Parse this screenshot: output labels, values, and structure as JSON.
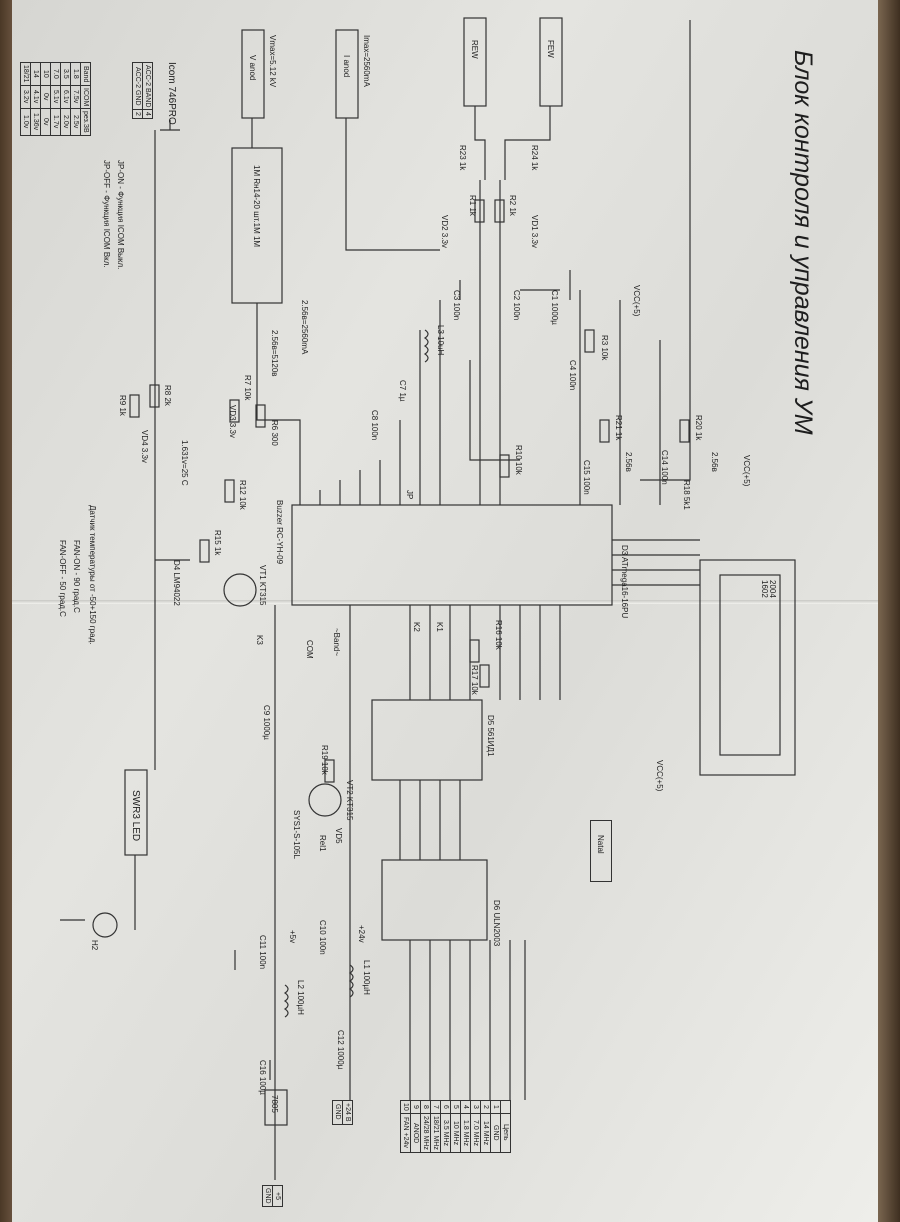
{
  "title": "Блок контроля и управления УМ",
  "icom": {
    "header": "Icom 746PRO",
    "pins": [
      [
        "ACC-2 GND",
        "2"
      ],
      [
        "ACC-2 BAND",
        "4"
      ]
    ],
    "columns": [
      "Band",
      "ICOM",
      "рез.ЗВ"
    ],
    "rows": [
      [
        "1.8",
        "7.5v",
        "2.5v"
      ],
      [
        "3.5",
        "6.1v",
        "2.0v"
      ],
      [
        "7.0",
        "5.1v",
        "1.7v"
      ],
      [
        "10",
        "0v",
        "0v"
      ],
      [
        "14",
        "4.1v",
        "1.36v"
      ],
      [
        "18/21",
        "3.2v",
        "1.0v"
      ]
    ]
  },
  "notes": {
    "jp_on": "JP-ON   - Функция ICOM Выкл.",
    "jp_off": "JP-OFF  - Функция ICOM Вкл.",
    "temp": "Датчик температуры от -50+150 град.",
    "fan_on": "FAN-ON   - 90 град.C",
    "fan_off": "FAN-OFF  - 50 град.C",
    "temp_scale": "1.631v=25 C"
  },
  "inputs": {
    "few": "FEW",
    "rew": "REW",
    "ianod": "I anod",
    "vanod": "V anod",
    "imax": "Imax=2560mA",
    "vmax": "Vmax=5.12 kV",
    "scale_i": "2.56в=2560mA",
    "scale_v": "2.56в=5120в",
    "divider": "1M   Rн14-20 шт.1M   1M"
  },
  "components": {
    "d3": "D3  ATmega16-16PU",
    "lcd": "2004\n1602",
    "d5": "D5  561ИД1",
    "d6": "D6  ULN2003",
    "d4": "D4  LM94022",
    "vt1": "VT1  KT315",
    "vt2": "VT2  KT315",
    "buzzer": "Buzzer RC-YH-09",
    "rel1": "Rel1",
    "sys": "SYS1-S-105L",
    "swr": "SWR3 LED",
    "h2": "H2",
    "jp": "JP",
    "natal": "Natal",
    "r7805": "7805",
    "l1": "L1  100µH",
    "l2": "L2  100µH",
    "l3": "L3  10uH",
    "vcc1": "VCC(+5)",
    "vcc2": "VCC(+5)",
    "vcc3": "VCC(+5)",
    "p24": "+24v",
    "p5": "+5v",
    "k1": "K1",
    "k2": "K2",
    "k3": "K3",
    "r24": "R24 1k",
    "r23": "R23 1k",
    "r1": "R1 1k",
    "r2": "R2 1k",
    "vd1": "VD1 3.3v",
    "vd2": "VD2 3.3v",
    "c1": "C1 1000µ",
    "c2": "C2 100n",
    "c3": "C3 100n",
    "r3": "R3 10k",
    "c4": "C4 100n",
    "r21": "R21 1k",
    "r20": "R20 1k",
    "c14": "C14 100n",
    "c15": "C15 100n",
    "v256a": "2.56в",
    "v256b": "2.56в",
    "r18": "R18 5k1",
    "r10": "R10 10k",
    "c7": "C7 1µ",
    "c8": "C8 100n",
    "r6": "R6 300",
    "r7": "R7 10k",
    "vd3": "VD3 3.3v",
    "r8": "R8 2k",
    "r9": "R9 1k",
    "vd4": "VD4 3.3v",
    "r12": "R12 10k",
    "r15": "R15 1k",
    "r16": "R16 10k",
    "r17": "R17 10k",
    "r19": "R19 10k",
    "c9": "C9 1000µ",
    "c10": "C10 100n",
    "c11": "C11 100n",
    "c12": "C12 1000µ",
    "c16": "C16 100µ",
    "vd5": "VD5",
    "band": "~Band~",
    "com": "COM"
  },
  "connector": {
    "header": "Цепь",
    "rows": [
      [
        "1",
        "GND"
      ],
      [
        "2",
        "14 MHz"
      ],
      [
        "3",
        "7.0 MHz"
      ],
      [
        "4",
        "1.8 MHz"
      ],
      [
        "5",
        "10 MHz"
      ],
      [
        "6",
        "3.5 MHz"
      ],
      [
        "7",
        "18/21 MHz"
      ],
      [
        "8",
        "24/28 MHz"
      ],
      [
        "9",
        "ANOD"
      ],
      [
        "10",
        "FAN +24v"
      ]
    ]
  },
  "power_conn": [
    "+24 B",
    "GND"
  ],
  "out_conn": [
    "+5",
    "GND"
  ]
}
